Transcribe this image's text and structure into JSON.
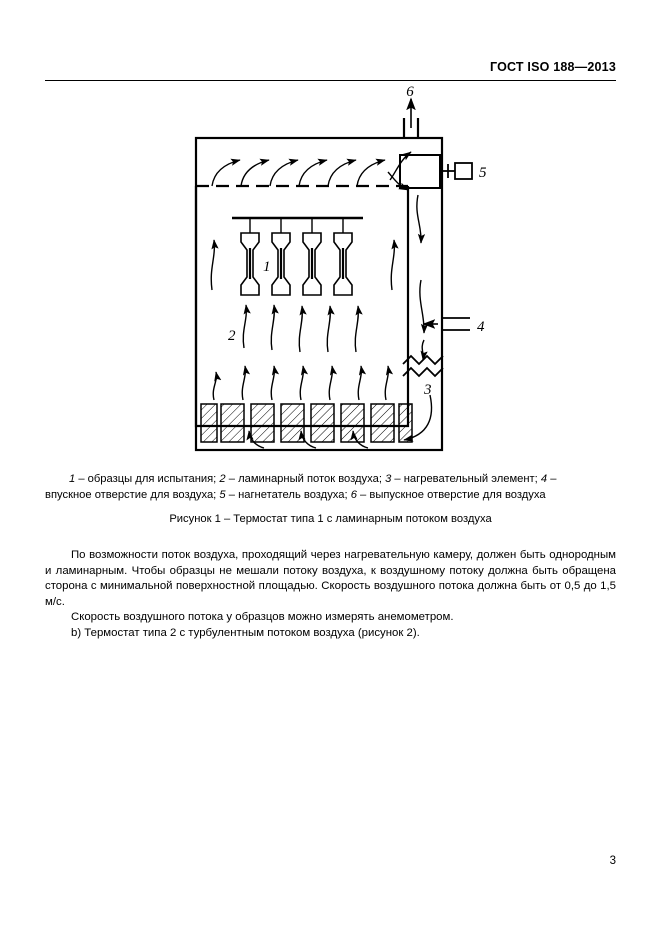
{
  "header": {
    "standard_title": "ГОСТ ISO 188—2013"
  },
  "figure": {
    "labels": {
      "specimens": "1",
      "laminar_flow": "2",
      "heating_element": "3",
      "air_inlet": "4",
      "air_blower": "5",
      "air_outlet": "6"
    },
    "legend_line1_parts": {
      "p1": "1",
      "t1": " – образцы для испытания; ",
      "p2": "2",
      "t2": " – ламинарный поток воздуха; ",
      "p3": "3",
      "t3": " – нагревательный элемент; ",
      "p4": "4",
      "t4": " –"
    },
    "legend_line2_parts": {
      "t1": "впускное отверстие для воздуха; ",
      "p5": "5",
      "t5": " – нагнетатель воздуха; ",
      "p6": "6",
      "t6": " – выпускное отверстие для воздуха"
    },
    "caption": "Рисунок 1 – Термостат типа 1 с ламинарным потоком воздуха"
  },
  "body": {
    "paragraph1": "По возможности поток воздуха, проходящий  через нагревательную камеру, должен быть однородным и ламинарным. Чтобы образцы не мешали потоку воздуха, к воздушному потоку должна быть обращена сторона с минимальной поверхностной площадью. Скорость воздушного потока  должна быть от 0,5 до 1,5 м/с.",
    "paragraph2": "Скорость воздушного потока  у образцов можно  измерять анемометром.",
    "paragraph3": "b) Термостат  типа 2 с турбулентным потоком воздуха (рисунок 2)."
  },
  "footer": {
    "page_number": "3"
  },
  "colors": {
    "ink": "#000000",
    "paper": "#ffffff"
  }
}
